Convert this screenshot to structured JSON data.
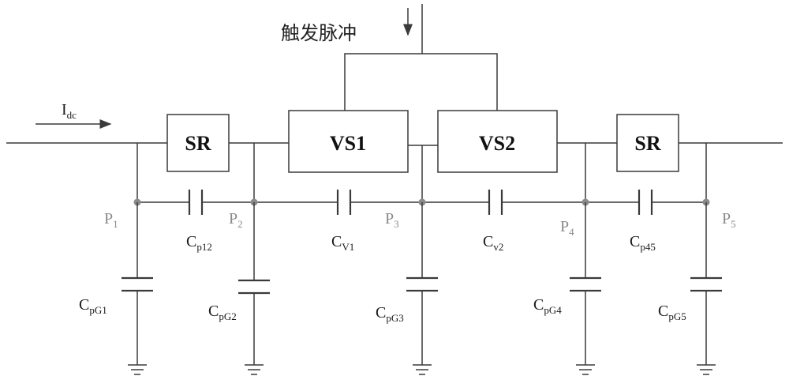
{
  "trigger_label": "触发脉冲",
  "current": {
    "main": "I",
    "sub": "dc"
  },
  "blocks": {
    "sr_left": "SR",
    "vs1": "VS1",
    "vs2": "VS2",
    "sr_right": "SR"
  },
  "nodes": [
    {
      "main": "P",
      "sub": "1"
    },
    {
      "main": "P",
      "sub": "2"
    },
    {
      "main": "P",
      "sub": "3"
    },
    {
      "main": "P",
      "sub": "4"
    },
    {
      "main": "P",
      "sub": "5"
    }
  ],
  "series_caps": [
    {
      "main": "C",
      "sub": "p12"
    },
    {
      "main": "C",
      "sub": "V1"
    },
    {
      "main": "C",
      "sub": "v2"
    },
    {
      "main": "C",
      "sub": "p45"
    }
  ],
  "ground_caps": [
    {
      "main": "C",
      "sub": "pG1"
    },
    {
      "main": "C",
      "sub": "pG2"
    },
    {
      "main": "C",
      "sub": "pG3"
    },
    {
      "main": "C",
      "sub": "pG4"
    },
    {
      "main": "C",
      "sub": "pG5"
    }
  ]
}
